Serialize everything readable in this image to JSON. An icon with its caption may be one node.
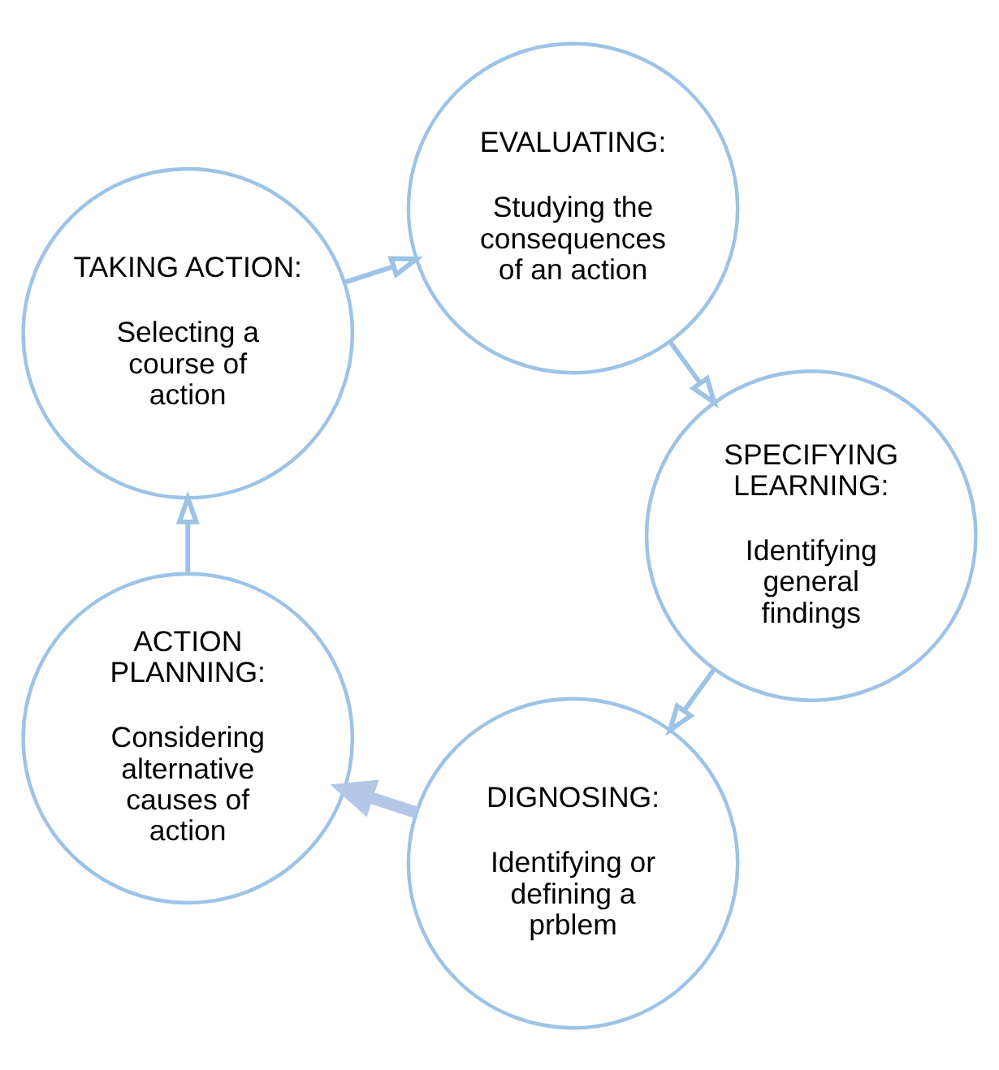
{
  "diagram": {
    "nodes": [
      {
        "text": [
          "DIGNOSING:",
          "Identifying or defining a prblem"
        ]
      },
      {
        "text": [
          "ACTION PLANNING:",
          "Considering alternative causes of action"
        ]
      },
      {
        "text": [
          "TAKING ACTION:",
          "Selecting a course of action"
        ]
      },
      {
        "text": [
          "EVALUATING:",
          "Studying the consequences of an action"
        ]
      },
      {
        "text": [
          "SPECIFYING LEARNING:",
          "Identifying general findings"
        ]
      }
    ],
    "edges": [
      {
        "from": 0,
        "to": 1,
        "arrow": "to",
        "style": "thick",
        "color": "#b4c7e7"
      },
      {
        "from": 1,
        "to": 2,
        "arrow": "to"
      },
      {
        "from": 2,
        "to": 3,
        "arrow": "to"
      },
      {
        "from": 3,
        "to": 4,
        "arrow": "to"
      },
      {
        "from": 4,
        "to": 0,
        "arrow": "to"
      }
    ]
  }
}
